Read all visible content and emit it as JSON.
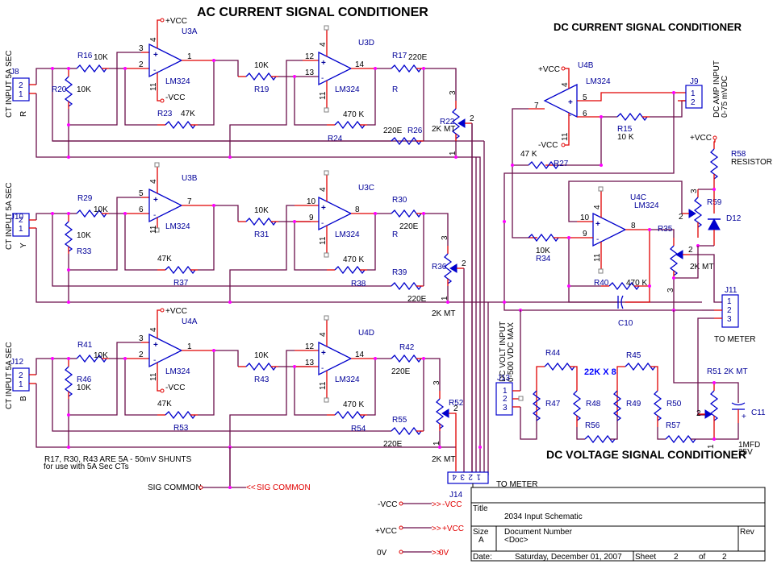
{
  "titles": {
    "ac": "AC CURRENT SIGNAL CONDITIONER",
    "dc_current": "DC CURRENT SIGNAL CONDITIONER",
    "dc_voltage": "DC VOLTAGE SIGNAL CONDITIONER"
  },
  "power": {
    "pvcc": "+VCC",
    "nvcc": "-VCC",
    "zero": "0V",
    "sig_common": "SIG COMMON"
  },
  "connectors": {
    "j8": {
      "ref": "J8",
      "pins": [
        "2",
        "1"
      ],
      "label": "CT INPUT 5A SEC",
      "phase": "R"
    },
    "j10": {
      "ref": "J10",
      "pins": [
        "2",
        "1"
      ],
      "label": "CT INPUT 5A SEC",
      "phase": "Y"
    },
    "j12": {
      "ref": "J12",
      "pins": [
        "2",
        "1"
      ],
      "label": "CT INPUT 5A SEC",
      "phase": "B"
    },
    "j9": {
      "ref": "J9",
      "pins": [
        "1",
        "2"
      ],
      "label": "DC AMP INPUT",
      "label2": "0-75 mVDC"
    },
    "j11": {
      "ref": "J11",
      "pins": [
        "1",
        "2",
        "3"
      ],
      "label": "TO METER"
    },
    "j13": {
      "ref": "J13",
      "pins": [
        "1",
        "2",
        "3"
      ],
      "label": "DC VOLT INPUT",
      "label2": "0-500 VDC MAX"
    },
    "j14": {
      "ref": "J14",
      "pins": [
        "4",
        "3",
        "2",
        "1"
      ],
      "label": "TO METER"
    }
  },
  "opamps": {
    "u3a": {
      "ref": "U3A",
      "part": "LM324",
      "pins": [
        "3",
        "2",
        "1",
        "4",
        "11"
      ]
    },
    "u3d": {
      "ref": "U3D",
      "part": "LM324",
      "pins": [
        "12",
        "13",
        "14",
        "4",
        "11"
      ]
    },
    "u3b": {
      "ref": "U3B",
      "part": "LM324",
      "pins": [
        "5",
        "6",
        "7",
        "4",
        "11"
      ]
    },
    "u3c": {
      "ref": "U3C",
      "part": "LM324",
      "pins": [
        "10",
        "9",
        "8",
        "4",
        "11"
      ]
    },
    "u4a": {
      "ref": "U4A",
      "part": "LM324",
      "pins": [
        "3",
        "2",
        "1",
        "4",
        "11"
      ]
    },
    "u4d": {
      "ref": "U4D",
      "part": "LM324",
      "pins": [
        "12",
        "13",
        "14",
        "4",
        "11"
      ]
    },
    "u4b": {
      "ref": "U4B",
      "part": "LM324",
      "pins": [
        "5",
        "6",
        "7",
        "4",
        "11"
      ]
    },
    "u4c": {
      "ref": "U4C",
      "part": "LM324",
      "pins": [
        "10",
        "9",
        "8",
        "4",
        "11"
      ]
    }
  },
  "resistors": {
    "r16": [
      "R16",
      "10K"
    ],
    "r20": [
      "R20",
      "10K"
    ],
    "r23": [
      "R23",
      "47K"
    ],
    "r19": [
      "R19",
      "10K"
    ],
    "r17": [
      "R17",
      "220E",
      "R"
    ],
    "r24": [
      "R24",
      "470 K"
    ],
    "r26": [
      "R26",
      "220E"
    ],
    "r22": [
      "R22",
      "2K MT"
    ],
    "r29": [
      "R29",
      "10K"
    ],
    "r33": [
      "R33",
      "10K"
    ],
    "r37": [
      "R37",
      "47K"
    ],
    "r31": [
      "R31",
      "10K"
    ],
    "r30": [
      "R30",
      "220E",
      "R"
    ],
    "r38": [
      "R38",
      "470 K"
    ],
    "r39": [
      "R39",
      "220E"
    ],
    "r36": [
      "R36",
      "2K MT"
    ],
    "r41": [
      "R41",
      "10K"
    ],
    "r46": [
      "R46",
      "10K"
    ],
    "r53": [
      "R53",
      "47K"
    ],
    "r43": [
      "R43",
      "10K"
    ],
    "r42": [
      "R42",
      "220E"
    ],
    "r54": [
      "R54",
      "470 K"
    ],
    "r55": [
      "R55",
      "220E"
    ],
    "r52": [
      "R52",
      "2K MT"
    ],
    "r15": [
      "R15",
      "10 K"
    ],
    "r27": [
      "R27",
      "47 K"
    ],
    "r58": [
      "R58",
      "RESISTOR"
    ],
    "r59": [
      "R59"
    ],
    "r34": [
      "R34",
      "10K"
    ],
    "r40": [
      "R40",
      "470 K"
    ],
    "r35": [
      "R35",
      "2K MT"
    ],
    "r44": [
      "R44"
    ],
    "r45": [
      "R45"
    ],
    "r47": [
      "R47"
    ],
    "r48": [
      "R48"
    ],
    "r49": [
      "R49"
    ],
    "r50": [
      "R50"
    ],
    "r56": [
      "R56"
    ],
    "r57": [
      "R57"
    ],
    "r51": [
      "R51 2K MT"
    ]
  },
  "other_parts": {
    "d12": "D12",
    "c10": "C10",
    "c11": "C11",
    "c11_val": "1MFD",
    "c11_v": "25V",
    "divider_note": "22K X 8"
  },
  "notes": {
    "line1": "R17, R30, R43  ARE 5A - 50mV SHUNTS",
    "line2": "for use with 5A Sec CTs"
  },
  "title_block": {
    "title_label": "Title",
    "title": "2034 Input Schematic",
    "size_label": "Size",
    "size": "A",
    "doc_label": "Document Number",
    "doc": "<Doc>",
    "rev_label": "Rev",
    "date_label": "Date:",
    "date": "Saturday, December 01, 2007",
    "sheet_label": "Sheet",
    "sheet": "2",
    "of_label": "of",
    "of": "2"
  }
}
